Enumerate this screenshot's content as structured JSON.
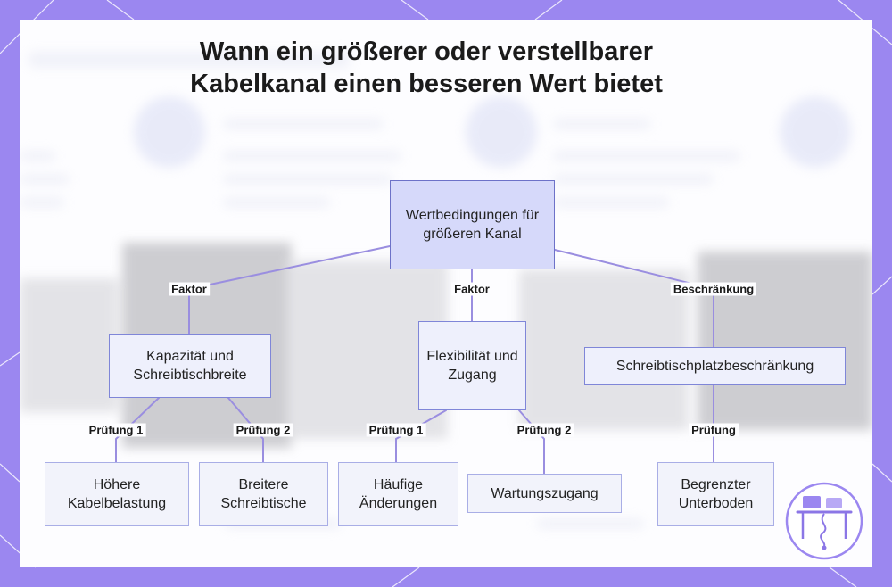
{
  "title": "Wann ein größerer oder verstellbarer Kabelkanal einen besseren Wert bietet",
  "colors": {
    "frame": "#9b87f0",
    "line": "#9a8ee0",
    "node_border": "#7f86d8",
    "root_fill": "#d6d9fa"
  },
  "nodes": {
    "root": "Wertbedingungen für größeren Kanal",
    "capacity": "Kapazität und Schreibtischbreite",
    "flexibility": "Flexibilität und Zugang",
    "space_limit": "Schreibtischplatzbeschränkung",
    "higher_load": "Höhere Kabelbelastung",
    "wider_desks": "Breitere Schreibtische",
    "frequent_changes": "Häufige Änderungen",
    "maintenance_access": "Wartungszugang",
    "limited_underfloor": "Begrenzter Unterboden"
  },
  "edges": {
    "factor_1": "Faktor",
    "factor_2": "Faktor",
    "constraint": "Beschränkung",
    "check_1a": "Prüfung 1",
    "check_2a": "Prüfung 2",
    "check_1b": "Prüfung 1",
    "check_2b": "Prüfung 2",
    "check_c": "Prüfung"
  },
  "logo_icon": "desk-cable-icon"
}
